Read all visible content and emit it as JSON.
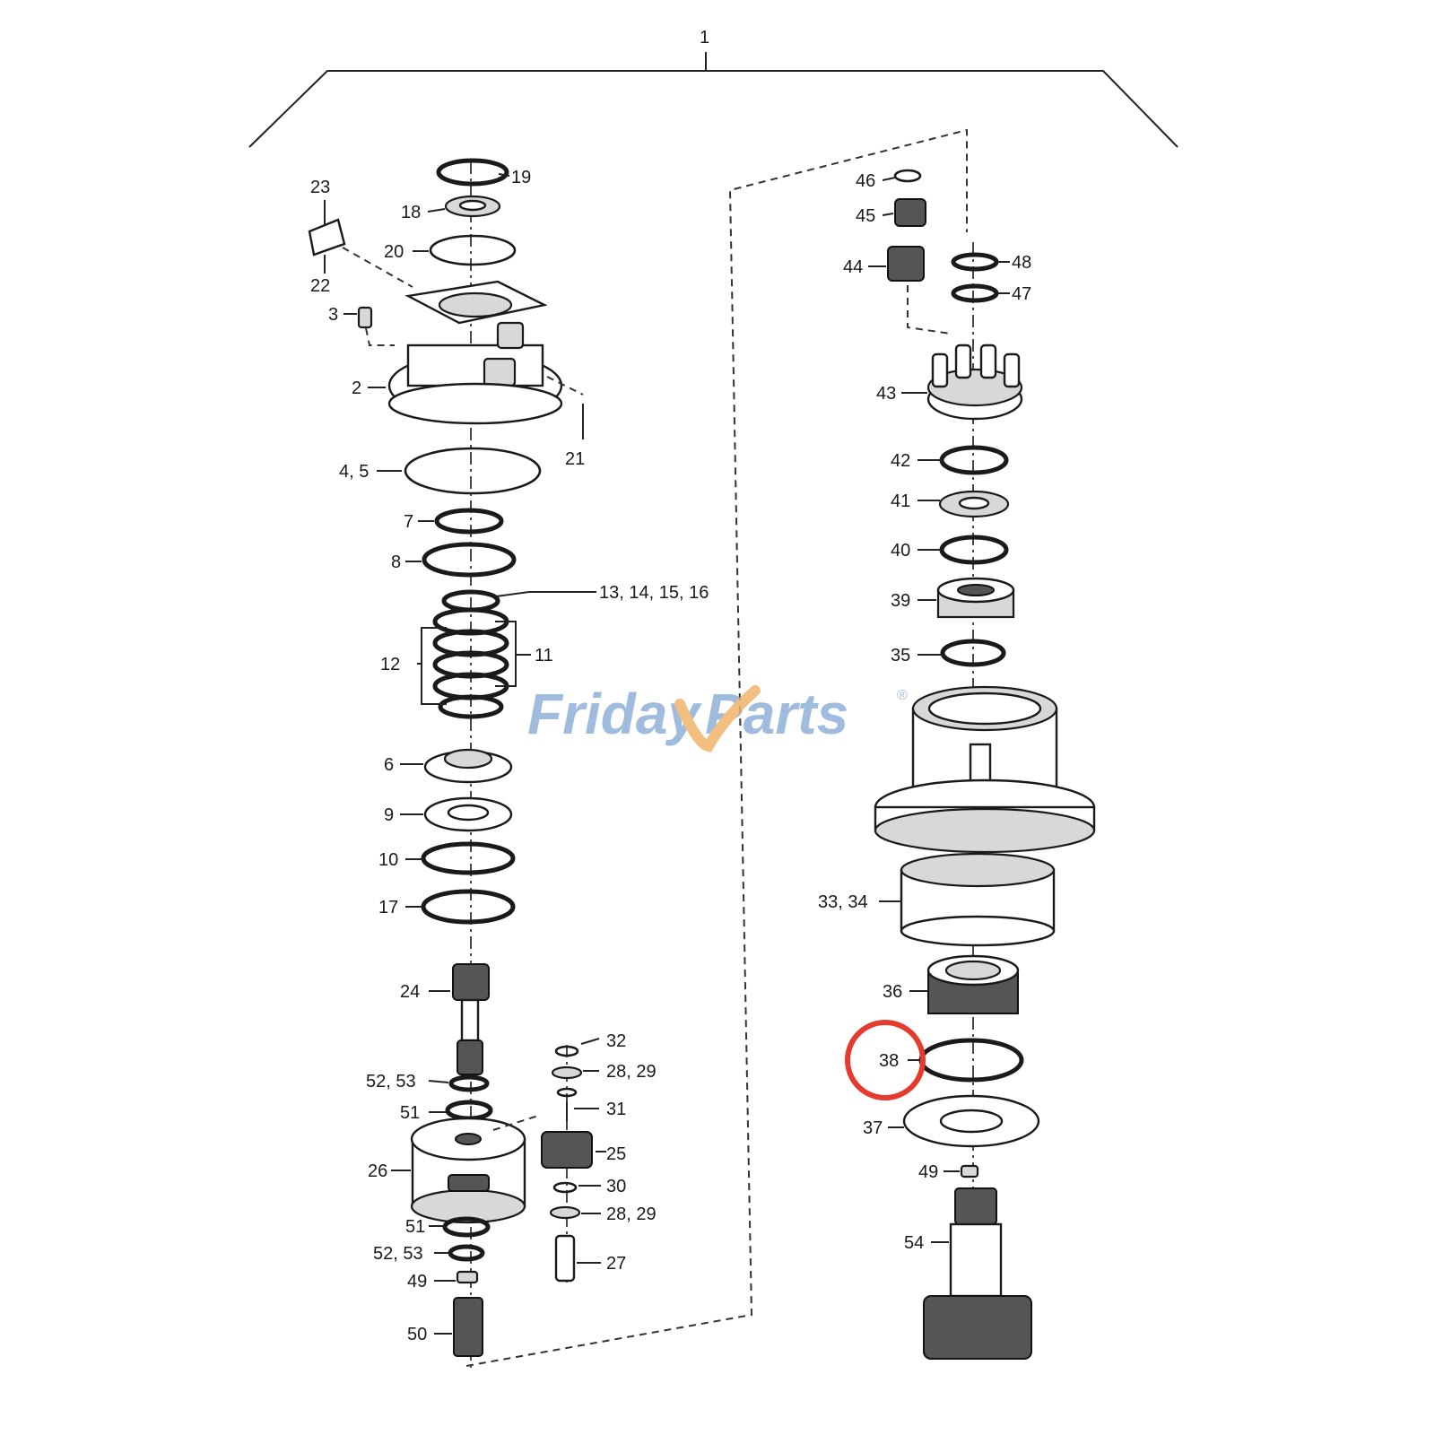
{
  "labels": {
    "l1": "1",
    "l19": "19",
    "l18": "18",
    "l20": "20",
    "l23": "23",
    "l22": "22",
    "l3": "3",
    "l2": "2",
    "l21": "21",
    "l45": "4, 5",
    "l7": "7",
    "l8": "8",
    "l13": "13, 14, 15, 16",
    "l12": "12",
    "l11": "11",
    "l6": "6",
    "l9": "9",
    "l10": "10",
    "l17": "17",
    "l24": "24",
    "l32": "32",
    "l2829a": "28, 29",
    "l5253a": "52, 53",
    "l31": "31",
    "l51a": "51",
    "l25": "25",
    "l26": "26",
    "l30": "30",
    "l2829b": "28, 29",
    "l51b": "51",
    "l5253b": "52, 53",
    "l27": "27",
    "l49a": "49",
    "l50": "50",
    "l46": "46",
    "l45b": "45",
    "l48": "48",
    "l44": "44",
    "l47": "47",
    "l43": "43",
    "l42": "42",
    "l41": "41",
    "l40": "40",
    "l39": "39",
    "l35": "35",
    "l3334": "33, 34",
    "l36": "36",
    "l38": "38",
    "l37": "37",
    "l49b": "49",
    "l54": "54"
  },
  "watermark": {
    "part1": "Friday",
    "part2": "Parts",
    "mark": "®"
  },
  "colors": {
    "highlight": "#e53a2e",
    "watermark_blue": "#8fb0d8",
    "watermark_orange": "#f2b46a"
  },
  "highlighted_part": "38"
}
